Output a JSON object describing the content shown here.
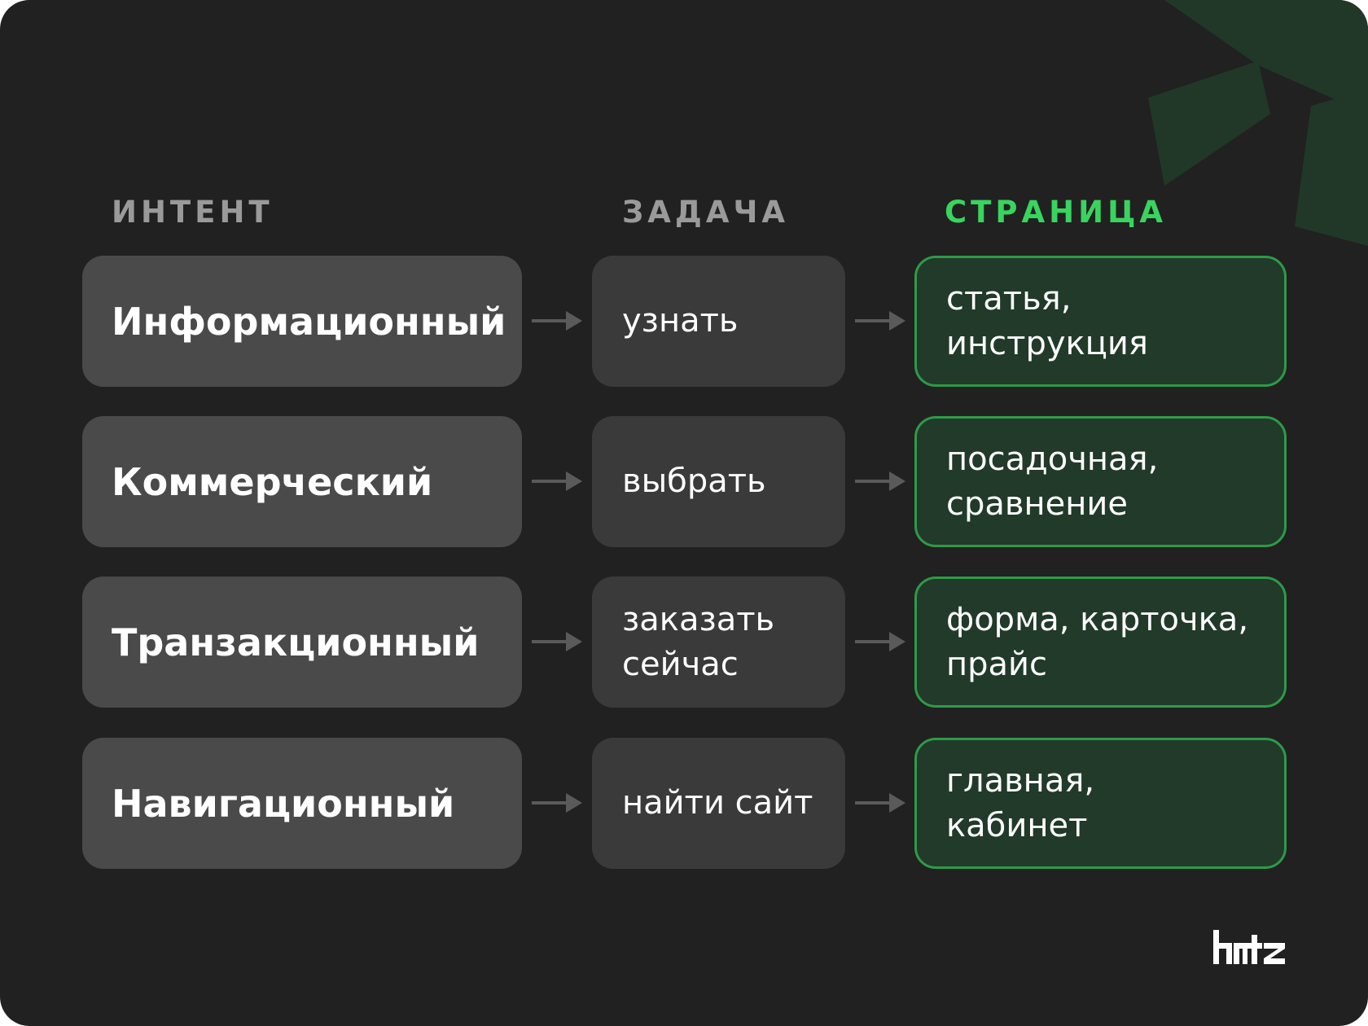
{
  "headers": {
    "intent": "ИНТЕНТ",
    "task": "ЗАДАЧА",
    "page": "СТРАНИЦА"
  },
  "rows": [
    {
      "intent": "Информационный",
      "task": "узнать",
      "page": "статья,\nинструкция"
    },
    {
      "intent": "Коммерческий",
      "task": "выбрать",
      "page": "посадочная,\nсравнение"
    },
    {
      "intent": "Транзакционный",
      "task": "заказать\nсейчас",
      "page": "форма, карточка,\nпрайс"
    },
    {
      "intent": "Навигационный",
      "task": "найти сайт",
      "page": "главная,\nкабинет"
    }
  ],
  "logo": {
    "text": "hmtz",
    "icon": "hmtz-logo"
  },
  "decoration": {
    "icon": "asterisk-icon"
  },
  "colors": {
    "background": "#212121",
    "intent_box": "#4a4a4a",
    "task_box": "#3a3a3a",
    "page_box": "#213a2a",
    "page_border": "#2e9a48",
    "accent": "#39d45e",
    "header_muted": "#9a9a9a"
  }
}
